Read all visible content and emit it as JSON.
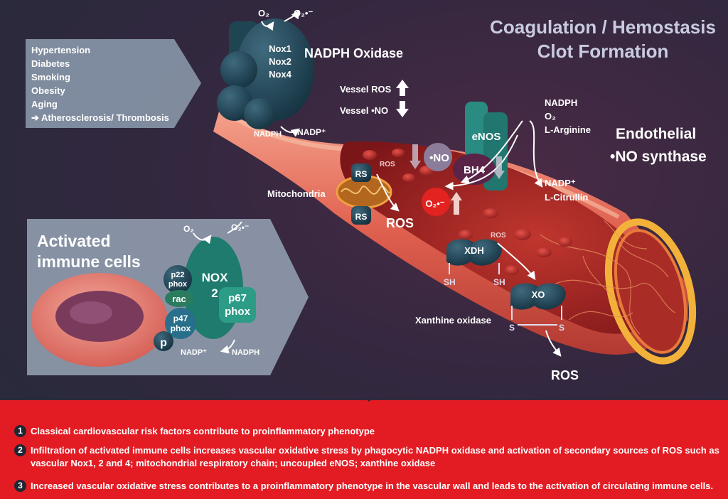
{
  "title_line1": "Coagulation / Hemostasis",
  "title_line2": "Clot Formation",
  "risk_factors": [
    "Hypertension",
    "Diabetes",
    "Smoking",
    "Obesity",
    "Aging",
    "➔ Atherosclerosis/ Thrombosis"
  ],
  "nadph_oxidase": {
    "label": "NADPH Oxidase",
    "isoforms": [
      "Nox1",
      "Nox2",
      "Nox4"
    ],
    "o2": "O₂",
    "superoxide": "O₂•⁻",
    "nadph": "NADPH",
    "nadp": "NADP⁺"
  },
  "vessel_ros": "Vessel ROS",
  "vessel_no": "Vessel •NO",
  "enos": {
    "label": "eNOS",
    "bh4": "BH4",
    "no": "•NO",
    "superoxide": "O₂•⁻",
    "inputs": [
      "NADPH",
      "O₂",
      "L-Arginine"
    ],
    "outputs": [
      "NADP⁺",
      "L-Citrullin"
    ],
    "title_line1": "Endothelial",
    "title_line2": "•NO synthase"
  },
  "mitochondria": {
    "label": "Mitochondria",
    "rs": "RS",
    "ros_small": "ROS",
    "ros_big": "ROS"
  },
  "xanthine": {
    "xdh": "XDH",
    "xo": "XO",
    "sh": "SH",
    "s": "S",
    "ros_small": "ROS",
    "ros_big": "ROS",
    "label": "Xanthine oxidase"
  },
  "immune": {
    "title_line1": "Activated",
    "title_line2": "immune cells",
    "o2": "O₂",
    "superoxide": "O₂•⁻",
    "nox2_line1": "NOX",
    "nox2_line2": "2",
    "p22_line1": "p22",
    "p22_line2": "phox",
    "rac": "rac",
    "p47_line1": "p47",
    "p47_line2": "phox",
    "p67_line1": "p67",
    "p67_line2": "phox",
    "p": "p",
    "nadp": "NADP⁺",
    "nadph": "NADPH"
  },
  "footer": [
    {
      "num": "1",
      "text": "Classical cardiovascular risk factors contribute to proinflammatory phenotype"
    },
    {
      "num": "2",
      "text": "Infiltration of activated immune cells increases vascular oxidative stress by phagocytic NADPH oxidase and activation of secondary sources of ROS such as vascular Nox1, 2 and 4; mitochondrial respiratory chain; uncoupled eNOS; xanthine oxidase"
    },
    {
      "num": "3",
      "text": "Increased vascular oxidative stress contributes to a proinflammatory phenotype in the vascular wall and leads to the activation of circulating immune cells."
    }
  ],
  "colors": {
    "accent": "#e31b23",
    "panel": "#8e9aab",
    "teal": "#1e6f6a",
    "enzyme": "#1f3b4a",
    "title": "#c9cbe0"
  }
}
